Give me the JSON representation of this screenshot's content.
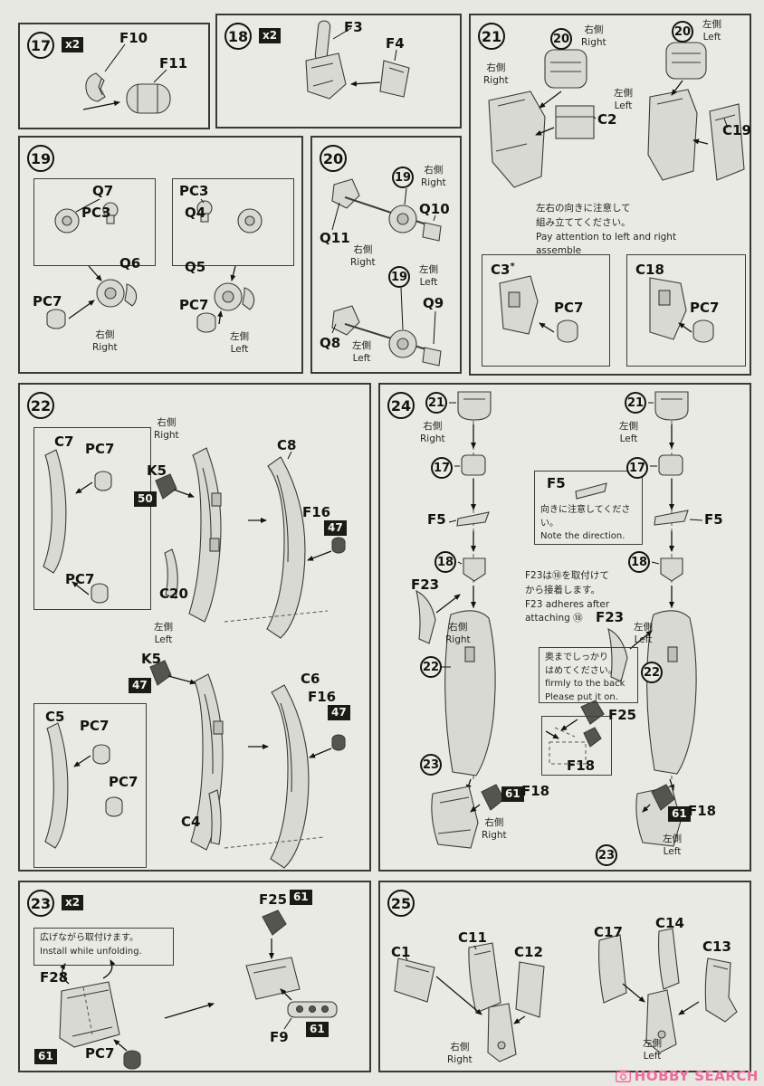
{
  "colors": {
    "paper": "#e8e8e3",
    "ink": "#14140f",
    "part_fill": "#d9d9d3",
    "dark_part": "#55554f",
    "watermark_pink": "#ef6b9b"
  },
  "steps": {
    "s17": "17",
    "s18": "18",
    "s19": "19",
    "s20": "20",
    "s21": "21",
    "s22": "22",
    "s23": "23",
    "s24": "24",
    "s25": "25"
  },
  "labels": {
    "right": "右側\nRight",
    "left": "左側\nLeft",
    "x2": "x2"
  },
  "badges": {
    "b47": "47",
    "b50": "50",
    "b61": "61"
  },
  "parts": {
    "F3": "F3",
    "F4": "F4",
    "F5": "F5",
    "F9": "F9",
    "F10": "F10",
    "F11": "F11",
    "F16": "F16",
    "F18": "F18",
    "F23": "F23",
    "F25": "F25",
    "F28": "F28",
    "Q4": "Q4",
    "Q5": "Q5",
    "Q6": "Q6",
    "Q7": "Q7",
    "Q8": "Q8",
    "Q9": "Q9",
    "Q10": "Q10",
    "Q11": "Q11",
    "PC3": "PC3",
    "PC7": "PC7",
    "K5": "K5",
    "asterisk": "*",
    "C1": "C1",
    "C2": "C2",
    "C3": "C3",
    "C4": "C4",
    "C5": "C5",
    "C6": "C6",
    "C7": "C7",
    "C8": "C8",
    "C11": "C11",
    "C12": "C12",
    "C13": "C13",
    "C14": "C14",
    "C17": "C17",
    "C18": "C18",
    "C19": "C19",
    "C20": "C20"
  },
  "notes": {
    "lr": "左右の向きに注意して\n組み立ててください。\nPay attention to left and right\nassemble",
    "f5dir": "向きに注意してください。\nNote the direction.",
    "f23": "F23は⑱を取付けて\nから接着します。\nF23 adheres after\nattaching ⑱",
    "fit": "奥までしっかり\nはめてください。\nfirmly to the back\nPlease put it on.",
    "unfold": "広げながら取付けます。\nInstall while unfolding."
  },
  "watermark": {
    "text": "HOBBY SEARCH"
  }
}
